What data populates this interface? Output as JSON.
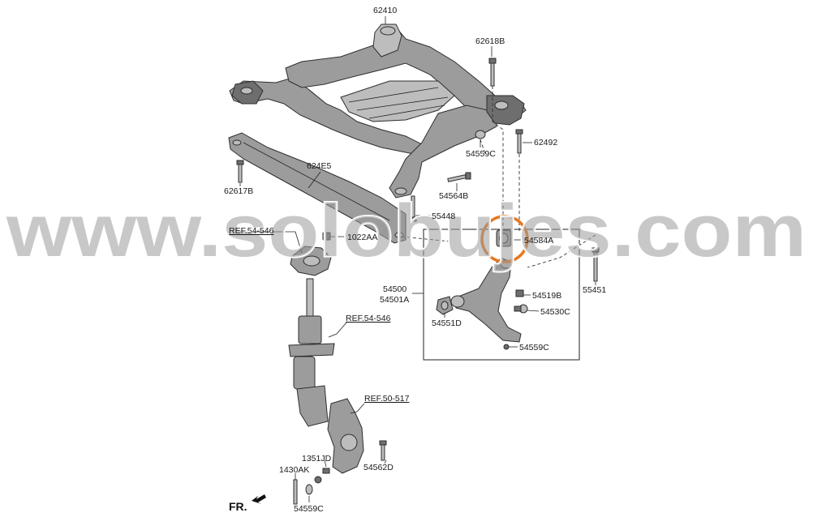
{
  "labels": {
    "p62410": "62410",
    "p62618B": "62618B",
    "p62492": "62492",
    "p54559C_top": "54559C",
    "p54564B": "54564B",
    "p62617B": "62617B",
    "p624E5": "624E5",
    "p55448": "55448",
    "p1022AA": "1022AA",
    "p54584A": "54584A",
    "p55451": "55451",
    "p54500": "54500",
    "p54501A": "54501A",
    "p54519B": "54519B",
    "p54530C": "54530C",
    "p54551D": "54551D",
    "p54559C_arm": "54559C",
    "p1351JD": "1351JD",
    "p1430AK": "1430AK",
    "p54562D": "54562D",
    "p54559C_bottom": "54559C"
  },
  "references": {
    "ref_54_546_top": "REF.54-546",
    "ref_54_546_mid": "REF.54-546",
    "ref_50_517": "REF.50-517"
  },
  "direction_label": "FR.",
  "watermark": "www.solobujes.com",
  "colors": {
    "highlight_circle": "#e8781e",
    "watermark": "#9a9a9a",
    "part_fill": "#9c9c9c",
    "line": "#222222"
  }
}
